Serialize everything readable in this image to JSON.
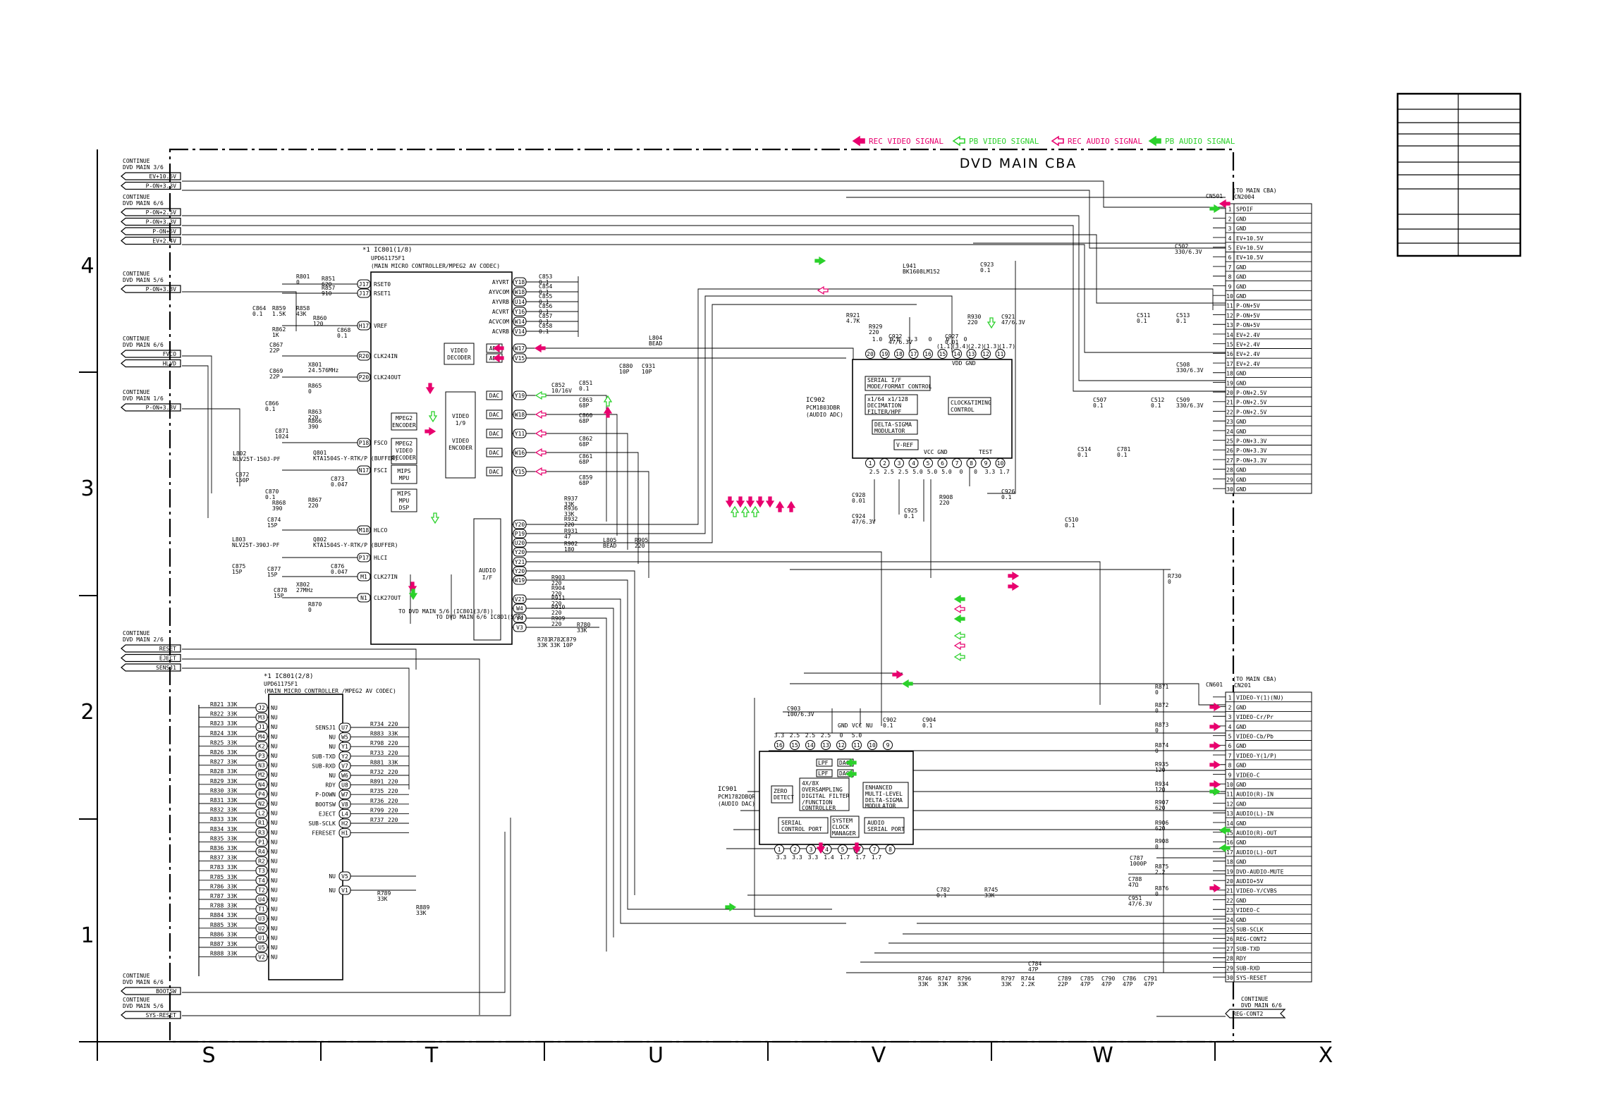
{
  "legend": [
    {
      "label": "REC VIDEO SIGNAL",
      "color": "#e8006e",
      "style": "filled"
    },
    {
      "label": "PB VIDEO SIGNAL",
      "color": "#2bd12b",
      "style": "outline"
    },
    {
      "label": "REC AUDIO SIGNAL",
      "color": "#e8006e",
      "style": "outline"
    },
    {
      "label": "PB AUDIO SIGNAL",
      "color": "#2bd12b",
      "style": "filled"
    }
  ],
  "board_title": "DVD MAIN CBA",
  "grid_columns": [
    "S",
    "T",
    "U",
    "V",
    "W",
    "X"
  ],
  "grid_rows": [
    "4",
    "3",
    "2",
    "1"
  ],
  "left_connectors": [
    {
      "ref": "CONTINUE DVD MAIN 3/6",
      "signals": [
        "EV+10.5V",
        "P-ON+3.3V"
      ]
    },
    {
      "ref": "CONTINUE DVD MAIN 6/6",
      "signals": [
        "P-ON+2.5V",
        "P-ON+3.3V",
        "P-ON+5V",
        "EV+2.4V"
      ]
    },
    {
      "ref": "CONTINUE DVD MAIN 5/6",
      "signals": [
        "P-ON+3.3V"
      ]
    },
    {
      "ref": "CONTINUE DVD MAIN 6/6",
      "signals": [
        "FVCO",
        "HLVD"
      ]
    },
    {
      "ref": "CONTINUE DVD MAIN 1/6",
      "signals": [
        "P-ON+3.3V"
      ]
    },
    {
      "ref": "CONTINUE DVD MAIN 2/6",
      "signals": [
        "RESET",
        "EJECT",
        "SENSJ1"
      ]
    },
    {
      "ref": "CONTINUE DVD MAIN 6/6",
      "signals": [
        "BOOTSW"
      ]
    },
    {
      "ref": "CONTINUE DVD MAIN 5/6",
      "signals": [
        "SYS-RESET"
      ]
    }
  ],
  "ic801a": {
    "ref": "*1 IC801(1/8)",
    "part": "UPD61175F1",
    "desc": "(MAIN MICRO CONTROLLER/MPEG2 AV CODEC)",
    "left_pins": [
      {
        "name": "RSET0",
        "num": "J17"
      },
      {
        "name": "RSET1",
        "num": "J17"
      },
      {
        "name": "VREF",
        "num": "H17"
      },
      {
        "name": "CLK24IN",
        "num": "R20"
      },
      {
        "name": "CLK24OUT",
        "num": "P20"
      },
      {
        "name": "FSCO",
        "num": "P18"
      },
      {
        "name": "FSCI",
        "num": "N17"
      },
      {
        "name": "HLCO",
        "num": "M18"
      },
      {
        "name": "HLCI",
        "num": "P17"
      },
      {
        "name": "CLK27IN",
        "num": "M1"
      },
      {
        "name": "CLK27OUT",
        "num": "N1"
      }
    ],
    "right_pins": [
      {
        "name": "AYVRT",
        "num": "Y18"
      },
      {
        "name": "AYVCOM",
        "num": "W18"
      },
      {
        "name": "AYVRB",
        "num": "U14"
      },
      {
        "name": "ACVRT",
        "num": "Y16"
      },
      {
        "name": "ACVCOM",
        "num": "W14"
      },
      {
        "name": "ACVRB",
        "num": "V14"
      }
    ],
    "adc_pins": [
      "W17",
      "V15"
    ],
    "dac_pins": [
      "Y19",
      "W18",
      "Y11",
      "W16",
      "Y15"
    ],
    "blocks": [
      "VIDEO DECODER",
      "MPEG2 ENCODER",
      "MPEG2 VIDEO DECODER",
      "VIDEO 1/9",
      "VIDEO ENCODER",
      "MIPS MPU",
      "MIPS MPU DSP",
      "AUDIO I/F"
    ],
    "audio_pins": [
      "Y20",
      "P19",
      "U20",
      "Y20",
      "Y21",
      "Y20",
      "W19",
      "V21",
      "W4",
      "V4",
      "V3"
    ],
    "note": "TO DVD MAIN 5/6 (IC801(3/8))",
    "note2": "TO DVD MAIN 6/6 IC801(5/8)"
  },
  "ic801b": {
    "ref": "*1 IC801(2/8)",
    "part": "UPD61175F1",
    "desc": "(MAIN MICRO CONTROLLER /MPEG2 AV CODEC)",
    "left_rows": [
      {
        "r": "R821",
        "v": "33K",
        "pin": "J2"
      },
      {
        "r": "R822",
        "v": "33K",
        "pin": "M3"
      },
      {
        "r": "R823",
        "v": "33K",
        "pin": "J1"
      },
      {
        "r": "R824",
        "v": "33K",
        "pin": "M4"
      },
      {
        "r": "R825",
        "v": "33K",
        "pin": "K2"
      },
      {
        "r": "R826",
        "v": "33K",
        "pin": "P3"
      },
      {
        "r": "R827",
        "v": "33K",
        "pin": "N3"
      },
      {
        "r": "R828",
        "v": "33K",
        "pin": "M2"
      },
      {
        "r": "R829",
        "v": "33K",
        "pin": "N4"
      },
      {
        "r": "R830",
        "v": "33K",
        "pin": "P4"
      },
      {
        "r": "R831",
        "v": "33K",
        "pin": "N2"
      },
      {
        "r": "R832",
        "v": "33K",
        "pin": "L2"
      },
      {
        "r": "R833",
        "v": "33K",
        "pin": "R1"
      },
      {
        "r": "R834",
        "v": "33K",
        "pin": "R3"
      },
      {
        "r": "R835",
        "v": "33K",
        "pin": "P1"
      },
      {
        "r": "R836",
        "v": "33K",
        "pin": "R4"
      },
      {
        "r": "R837",
        "v": "33K",
        "pin": "R2"
      },
      {
        "r": "R783",
        "v": "33K",
        "pin": "T3"
      },
      {
        "r": "R785",
        "v": "33K",
        "pin": "T4"
      },
      {
        "r": "R786",
        "v": "33K",
        "pin": "T2"
      },
      {
        "r": "R787",
        "v": "33K",
        "pin": "U4"
      },
      {
        "r": "R788",
        "v": "33K",
        "pin": "T1"
      },
      {
        "r": "R884",
        "v": "33K",
        "pin": "U3"
      },
      {
        "r": "R885",
        "v": "33K",
        "pin": "U2"
      },
      {
        "r": "R886",
        "v": "33K",
        "pin": "U1"
      },
      {
        "r": "R887",
        "v": "33K",
        "pin": "U5"
      },
      {
        "r": "R888",
        "v": "33K",
        "pin": "V2"
      }
    ],
    "right_rows": [
      {
        "name": "SENSJ1",
        "pin": "U7",
        "r": "R734",
        "v": "220"
      },
      {
        "name": "NU",
        "pin": "W5",
        "r": "R883",
        "v": "33K"
      },
      {
        "name": "NU",
        "pin": "Y1",
        "r": "R798",
        "v": "220"
      },
      {
        "name": "SUB-TXD",
        "pin": "Y2",
        "r": "R733",
        "v": "220"
      },
      {
        "name": "SUB-RXD",
        "pin": "V7",
        "r": "R881",
        "v": "33K"
      },
      {
        "name": "NU",
        "pin": "W6",
        "r": "R732",
        "v": "220"
      },
      {
        "name": "RDY",
        "pin": "U8",
        "r": "R891",
        "v": "220"
      },
      {
        "name": "P-DOWN",
        "pin": "W7",
        "r": "R735",
        "v": "220"
      },
      {
        "name": "BOOTSW",
        "pin": "V8",
        "r": "R736",
        "v": "220"
      },
      {
        "name": "EJECT",
        "pin": "L4",
        "r": "R799",
        "v": "220"
      },
      {
        "name": "SUB-SCLK",
        "pin": "H2",
        "r": "R737",
        "v": "220"
      },
      {
        "name": "FERESET",
        "pin": "H1",
        "r": "",
        "v": ""
      }
    ],
    "bottom_rows": [
      {
        "name": "NU",
        "pin": "V5",
        "r": "R789",
        "v": "33K"
      },
      {
        "name": "NU",
        "pin": "V1",
        "r": "R889",
        "v": "33K"
      }
    ]
  },
  "ic902": {
    "ref": "IC902",
    "part": "PCM1803DBR",
    "desc": "(AUDIO ADC)",
    "blocks": [
      "SERIAL I/F MODE/FORMAT CONTROL",
      "1/64 x1/128 DECIMATION FILTER/HPF",
      "DELTA-SIGMA MODULATOR",
      "CLOCK&TIMING CONTROL",
      "V-REF",
      "VCC",
      "GND",
      "TEST"
    ],
    "top_pins": [
      "20",
      "19",
      "18",
      "17",
      "16",
      "15",
      "14",
      "13",
      "12",
      "11"
    ],
    "bottom_pins": [
      "1",
      "2",
      "3",
      "4",
      "5",
      "6",
      "7",
      "8",
      "9",
      "10"
    ]
  },
  "ic901": {
    "ref": "IC901",
    "part": "PCM1782DBQR",
    "desc": "(AUDIO DAC)",
    "blocks": [
      "ZERO DETECT",
      "4X/8X OVERSAMPLING DIGITAL FILTER /FUNCTION CONTROLLER",
      "ENHANCED MULTI-LEVEL DELTA-SIGMA MODULATOR",
      "SERIAL CONTROL PORT",
      "SYSTEM CLOCK MANAGER",
      "AUDIO SERIAL PORT",
      "DAC",
      "LPF"
    ],
    "top_pins": [
      "16",
      "15",
      "14",
      "13",
      "12",
      "11",
      "10",
      "9"
    ],
    "bottom_pins": [
      "1",
      "2",
      "3",
      "4",
      "5",
      "6",
      "7",
      "8"
    ],
    "top_labels": [
      "GND",
      "VCC",
      "NU"
    ]
  },
  "cn501": {
    "ref": "CN501",
    "to": "(TO MAIN CBA) CN2004",
    "pins": [
      "SPDIF",
      "GND",
      "GND",
      "EV+10.5V",
      "EV+10.5V",
      "EV+10.5V",
      "GND",
      "GND",
      "GND",
      "GND",
      "P-ON+5V",
      "P-ON+5V",
      "P-ON+5V",
      "EV+2.4V",
      "EV+2.4V",
      "EV+2.4V",
      "EV+2.4V",
      "GND",
      "GND",
      "P-ON+2.5V",
      "P-ON+2.5V",
      "P-ON+2.5V",
      "GND",
      "GND",
      "P-ON+3.3V",
      "P-ON+3.3V",
      "P-ON+3.3V",
      "GND",
      "GND",
      "GND"
    ]
  },
  "cn601": {
    "ref": "CN601",
    "to": "(TO MAIN CBA) CN201",
    "pins": [
      "VIDEO-Y(1)(NU)",
      "GND",
      "VIDEO-Cr/Pr",
      "GND",
      "VIDEO-Cb/Pb",
      "GND",
      "VIDEO-Y(1/P)",
      "GND",
      "VIDEO-C",
      "GND",
      "AUDIO(R)-IN",
      "GND",
      "AUDIO(L)-IN",
      "GND",
      "AUDIO(R)-OUT",
      "GND",
      "AUDIO(L)-OUT",
      "GND",
      "DVD-AUDIO-MUTE",
      "AUDIO+5V",
      "VIDEO-Y/CVBS",
      "GND",
      "VIDEO-C",
      "GND",
      "SUB-SCLK",
      "REG-CONT2",
      "SUB-TXD",
      "RDY",
      "SUB-RXD",
      "SYS-RESET"
    ]
  },
  "right_bottom_connector": {
    "ref": "CONTINUE DVD MAIN 6/6",
    "signal": "REG-CONT2"
  },
  "components": [
    "R801 0",
    "R851 620",
    "R857 910",
    "C864 0.1",
    "R859 1.5K",
    "R858 43K",
    "R860 120",
    "C868 0.1",
    "R862 1K",
    "C867 22P",
    "C869 22P",
    "X801 24.576MHz",
    "R865 0",
    "C866 0.1",
    "R863 220",
    "R866 390",
    "C871 1024",
    "L802 NLV25T-150J-PF",
    "Q801 KTA1504S-Y-RTK/P (BUFFER)",
    "C873 0.047",
    "C872 150P",
    "C870 0.1",
    "R867 220",
    "R868 390",
    "C874 15P",
    "L803 NLV25T-390J-PF",
    "Q802 KTA1504S-Y-RTK/P (BUFFER)",
    "C876 0.047",
    "C875 15P",
    "C877 15P",
    "X802 27MHz",
    "C878 15P",
    "R870 0",
    "C853 0.1",
    "C854 0.1",
    "C855 0.1",
    "C856 0.1",
    "C857 0.1",
    "C858 0.1",
    "L804 BEAD",
    "C852 10/16V",
    "C851 0.1",
    "C863 68P",
    "C860 68P",
    "C862 68P",
    "C861 68P",
    "C859 68P",
    "R937 33K",
    "R936 33K",
    "R932 220",
    "R931 47",
    "R902 180",
    "L805 BEAD",
    "R905 220",
    "R903 220",
    "R904 220",
    "R911 220",
    "R910 220",
    "R909 220",
    "R780 33K",
    "R781 33K",
    "R782 33K",
    "C879 10P",
    "C880 10P",
    "C931 10P",
    "L941 BK1608LM152",
    "C923 0.1",
    "R921 4.7K",
    "R929 220",
    "R930 220",
    "C921 47/6.3V",
    "C922 47/6.3V",
    "C927 0.01",
    "C928 0.01",
    "C924 47/6.3V",
    "C925 0.1",
    "R908 220",
    "C926 0.1",
    "C510 0.1",
    "C502 330/6.3V",
    "C511 0.1",
    "C513 0.1",
    "C508 330/6.3V",
    "C507 0.1",
    "C512 0.1",
    "C509 330/6.3V",
    "C514 0.1",
    "C781 0.1",
    "R730 0",
    "R871 0",
    "R872 0",
    "R873 0",
    "R874 0",
    "R935 120",
    "R934 120",
    "R907 620",
    "R906 620",
    "R908 0",
    "C787 1000P",
    "R875 2.2",
    "C788 47Ω",
    "R876 0",
    "C951 47/6.3V",
    "C903 100/6.3V",
    "C902 0.1",
    "C904 0.1",
    "C782 0.1",
    "R745 33K",
    "R746 33K",
    "R747 33K",
    "R796 33K",
    "R797 33K",
    "R744 2.2K",
    "C784 47P",
    "C789 22P",
    "C785 47P",
    "C790 47P",
    "C786 47P",
    "C791 47P"
  ],
  "voltages_ic902_top": [
    "1.0",
    "0.8",
    "3.3",
    "0",
    "0",
    "0",
    "(1.1)",
    "(3.4)",
    "(2.2)",
    "(1.3)",
    "(1.7)"
  ],
  "voltages_ic902_bottom": [
    "2.5",
    "2.5",
    "2.5",
    "5.0",
    "5.0",
    "5.0",
    "0",
    "0",
    "3.3",
    "1.7"
  ],
  "voltages_ic901_top": [
    "3.3",
    "2.5",
    "2.5",
    "2.5",
    "0",
    "5.0"
  ],
  "voltages_ic901_bottom": [
    "3.3",
    "3.3",
    "3.3",
    "1.4",
    "1.7",
    "1.7",
    "1.7"
  ]
}
